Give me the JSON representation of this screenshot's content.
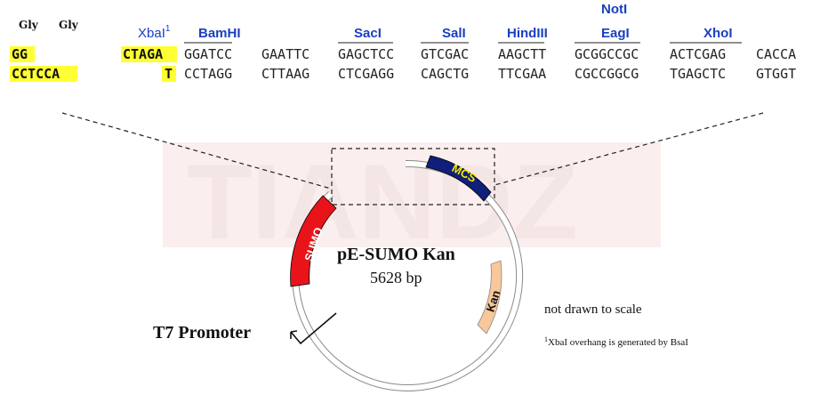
{
  "amino_acids": [
    "Gly",
    "Gly"
  ],
  "strand_top": {
    "left": "GG",
    "xbai": "CTAGA"
  },
  "strand_bottom": {
    "left": "CCTCCA",
    "xbai": "T"
  },
  "xbai": {
    "label": "XbaI",
    "superscript": "1"
  },
  "sites": [
    {
      "label": "BamHI",
      "top": "GGATCC",
      "bottom": "CCTAGG"
    },
    {
      "label": "",
      "top": "GAATTC",
      "bottom": "CTTAAG"
    },
    {
      "label": "SacI",
      "top": "GAGCTCC",
      "bottom": "CTCGAGG"
    },
    {
      "label": "SalI",
      "top": "GTCGAC",
      "bottom": "CAGCTG"
    },
    {
      "label": "HindIII",
      "top": "AAGCTT",
      "bottom": "TTCGAA"
    },
    {
      "label": "EagI",
      "label_top": "NotI",
      "top": "GCGGCCGC",
      "bottom": "CGCCGGCG"
    },
    {
      "label": "XhoI",
      "top": "ACTCGAG",
      "bottom": "TGAGCTC"
    },
    {
      "label": "",
      "top": "CACCA",
      "bottom": "GTGGT"
    }
  ],
  "plasmid": {
    "name": "pE-SUMO Kan",
    "size": "5628 bp",
    "segments": {
      "mcs": "MCS",
      "sumo": "SUMO",
      "kan": "Kan"
    }
  },
  "promoter": "T7 Promoter",
  "note": "not drawn to scale",
  "footnote": {
    "sup": "1",
    "text": "XbaI overhang is generated by BsaI"
  },
  "watermark": "TIANDZ",
  "colors": {
    "highlight": "#ffff33",
    "site_blue": "#1a3fc0",
    "mcs": "#101f7a",
    "sumo": "#e8141a",
    "kan": "#f8c79a",
    "mcs_text": "#f5e800"
  }
}
